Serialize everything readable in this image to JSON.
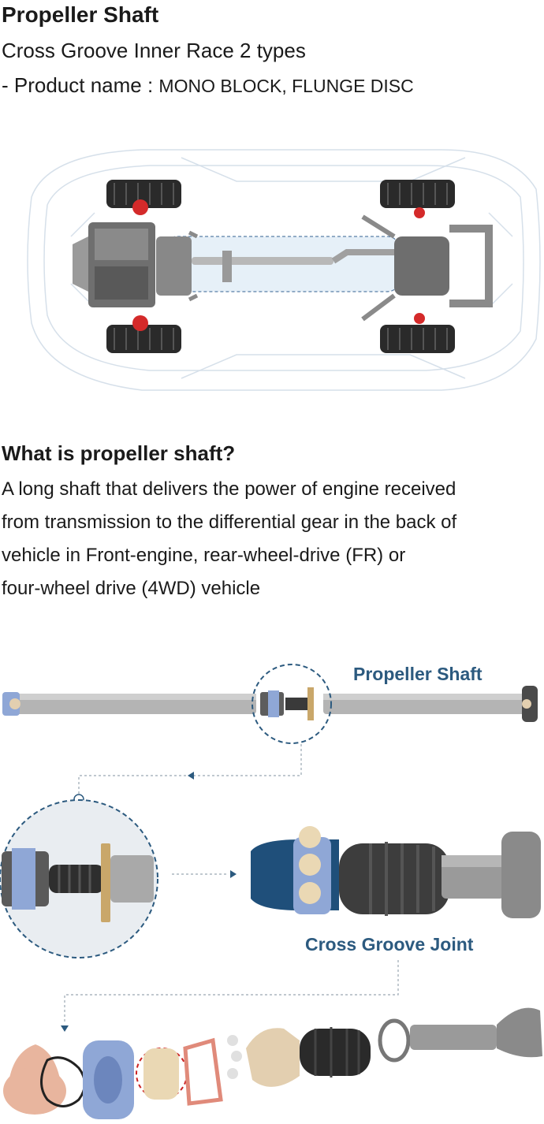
{
  "header": {
    "title": "Propeller Shaft",
    "subtitle": "Cross Groove Inner Race 2 types",
    "product_prefix": "- Product name : ",
    "product_names": "MONO BLOCK, FLUNGE DISC"
  },
  "section": {
    "heading": "What is propeller shaft?",
    "description_lines": [
      "A long shaft that delivers the power of engine received",
      "from transmission to the differential gear in the back of",
      "vehicle in Front-engine, rear-wheel-drive (FR) or",
      "four-wheel drive (4WD) vehicle"
    ]
  },
  "diagram": {
    "label_propeller_shaft": "Propeller Shaft",
    "label_cross_groove_joint": "Cross Groove Joint"
  },
  "colors": {
    "accent": "#2c5a7f",
    "blue_part": "#8fa7d6",
    "dark_blue": "#1f4f7a",
    "peach_part": "#e8b59e",
    "beige_part": "#e3cfb0",
    "red_highlight": "#cc2222"
  }
}
